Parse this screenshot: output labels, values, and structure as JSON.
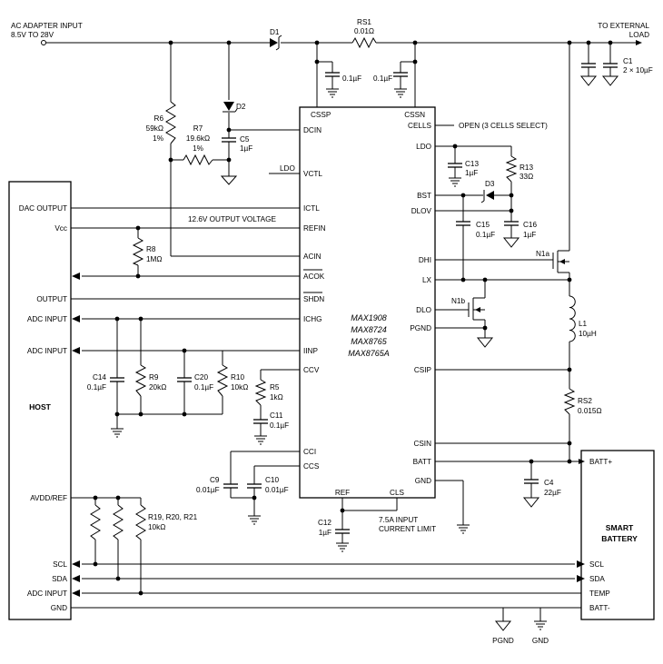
{
  "input": {
    "label": "AC ADAPTER INPUT",
    "range": "8.5V TO 28V"
  },
  "output": {
    "label": "TO EXTERNAL",
    "label2": "LOAD"
  },
  "chip": {
    "names": [
      "MAX1908",
      "MAX8724",
      "MAX8765",
      "MAX8765A"
    ],
    "left_pins": [
      "DCIN",
      "VCTL",
      "ICTL",
      "REFIN",
      "ACIN",
      "ACOK",
      "SHDN",
      "ICHG",
      "IINP",
      "CCV",
      "CCI",
      "CCS"
    ],
    "top_pins": [
      "CSSP",
      "CSSN"
    ],
    "right_pins": [
      "CELLS",
      "LDO",
      "BST",
      "DLOV",
      "DHI",
      "LX",
      "DLO",
      "PGND",
      "CSIP",
      "CSIN",
      "BATT",
      "GND"
    ],
    "bottom_pins": [
      "REF",
      "CLS"
    ]
  },
  "host": {
    "title": "HOST",
    "pins": [
      "DAC OUTPUT",
      "Vcc",
      "OUTPUT",
      "ADC INPUT",
      "ADC INPUT",
      "AVDD/REF",
      "SCL",
      "SDA",
      "ADC INPUT",
      "GND"
    ]
  },
  "battery": {
    "title": "SMART",
    "title2": "BATTERY",
    "pins": [
      "BATT+",
      "SCL",
      "SDA",
      "TEMP",
      "BATT-"
    ]
  },
  "components": {
    "d1": "D1",
    "d2": "D2",
    "d3": "D3",
    "rs1": {
      "name": "RS1",
      "value": "0.01Ω"
    },
    "rs2": {
      "name": "RS2",
      "value": "0.015Ω"
    },
    "r6": {
      "name": "R6",
      "value": "59kΩ",
      "tol": "1%"
    },
    "r7": {
      "name": "R7",
      "value": "19.6kΩ",
      "tol": "1%"
    },
    "r8": {
      "name": "R8",
      "value": "1MΩ"
    },
    "r9": {
      "name": "R9",
      "value": "20kΩ"
    },
    "r10": {
      "name": "R10",
      "value": "10kΩ"
    },
    "r5": {
      "name": "R5",
      "value": "1kΩ"
    },
    "r13": {
      "name": "R13",
      "value": "33Ω"
    },
    "r19": {
      "name": "R19, R20, R21",
      "value": "10kΩ"
    },
    "c1": {
      "name": "C1",
      "value": "2 × 10µF"
    },
    "c4": {
      "name": "C4",
      "value": "22µF"
    },
    "c5": {
      "name": "C5",
      "value": "1µF"
    },
    "c9": {
      "name": "C9",
      "value": "0.01µF"
    },
    "c10": {
      "name": "C10",
      "value": "0.01µF"
    },
    "c11": {
      "name": "C11",
      "value": "0.1µF"
    },
    "c12": {
      "name": "C12",
      "value": "1µF"
    },
    "c13": {
      "name": "C13",
      "value": "1µF"
    },
    "c14": {
      "name": "C14",
      "value": "0.1µF"
    },
    "c15": {
      "name": "C15",
      "value": "0.1µF"
    },
    "c16": {
      "name": "C16",
      "value": "1µF"
    },
    "c20": {
      "name": "C20",
      "value": "0.1µF"
    },
    "cssp_cap": "0.1µF",
    "cssn_cap": "0.1µF",
    "l1": {
      "name": "L1",
      "value": "10µH"
    },
    "n1a": "N1a",
    "n1b": "N1b"
  },
  "notes": {
    "cells": "OPEN (3 CELLS SELECT)",
    "output_voltage": "12.6V OUTPUT VOLTAGE",
    "ldo": "LDO",
    "cls_line1": "7.5A INPUT",
    "cls_line2": "CURRENT LIMIT"
  },
  "grounds": {
    "pgnd": "PGND",
    "gnd": "GND"
  }
}
